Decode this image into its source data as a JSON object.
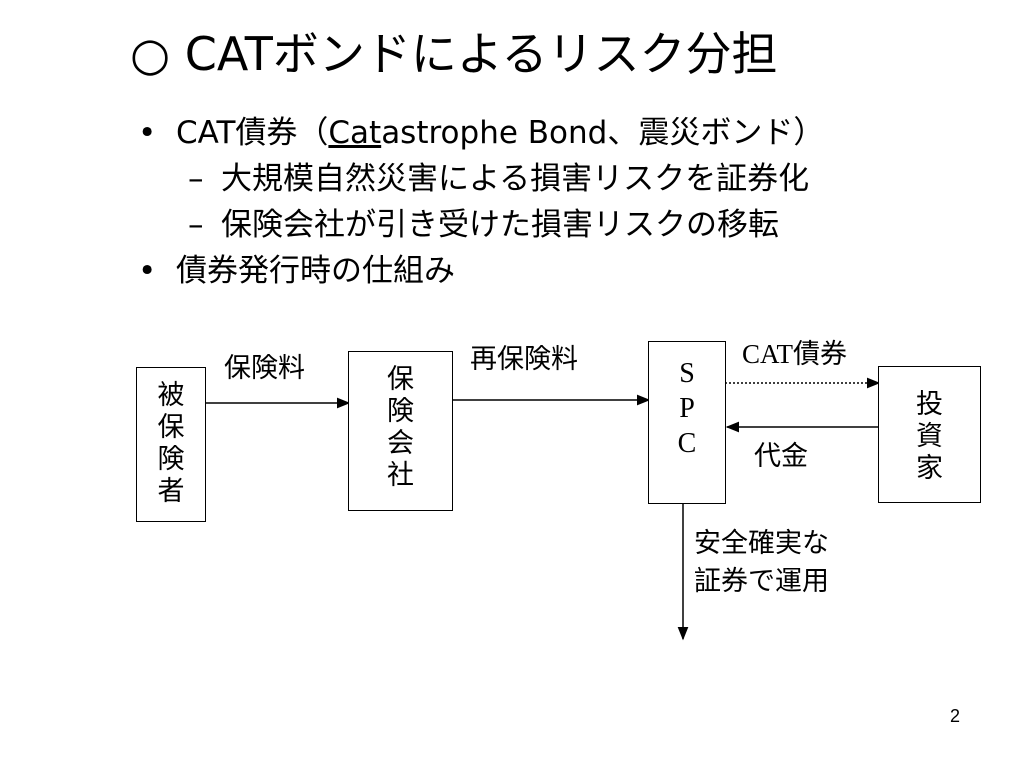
{
  "slide": {
    "title": "○ CATボンドによるリスク分担",
    "page_number": "2"
  },
  "bullets": [
    {
      "marker": "•",
      "prefix": "CAT債券（",
      "underlined": "Cat",
      "suffix": "astrophe Bond、震災ボンド）"
    },
    {
      "marker": "–",
      "text": "大規模自然災害による損害リスクを証券化"
    },
    {
      "marker": "–",
      "text": "保険会社が引き受けた損害リスクの移転"
    },
    {
      "marker": "•",
      "text": "債券発行時の仕組み"
    }
  ],
  "diagram": {
    "nodes": {
      "insured": "被\n保\n険\n者",
      "insurer": "保\n険\n会\n社",
      "spc": "S\nP\nC",
      "investor": "投\n資\n家"
    },
    "labels": {
      "premium": "保険料",
      "reinsurance_premium": "再保険料",
      "cat_bond": "CAT債券",
      "payment": "代金",
      "investment": "安全確実な\n証券で運用"
    }
  }
}
